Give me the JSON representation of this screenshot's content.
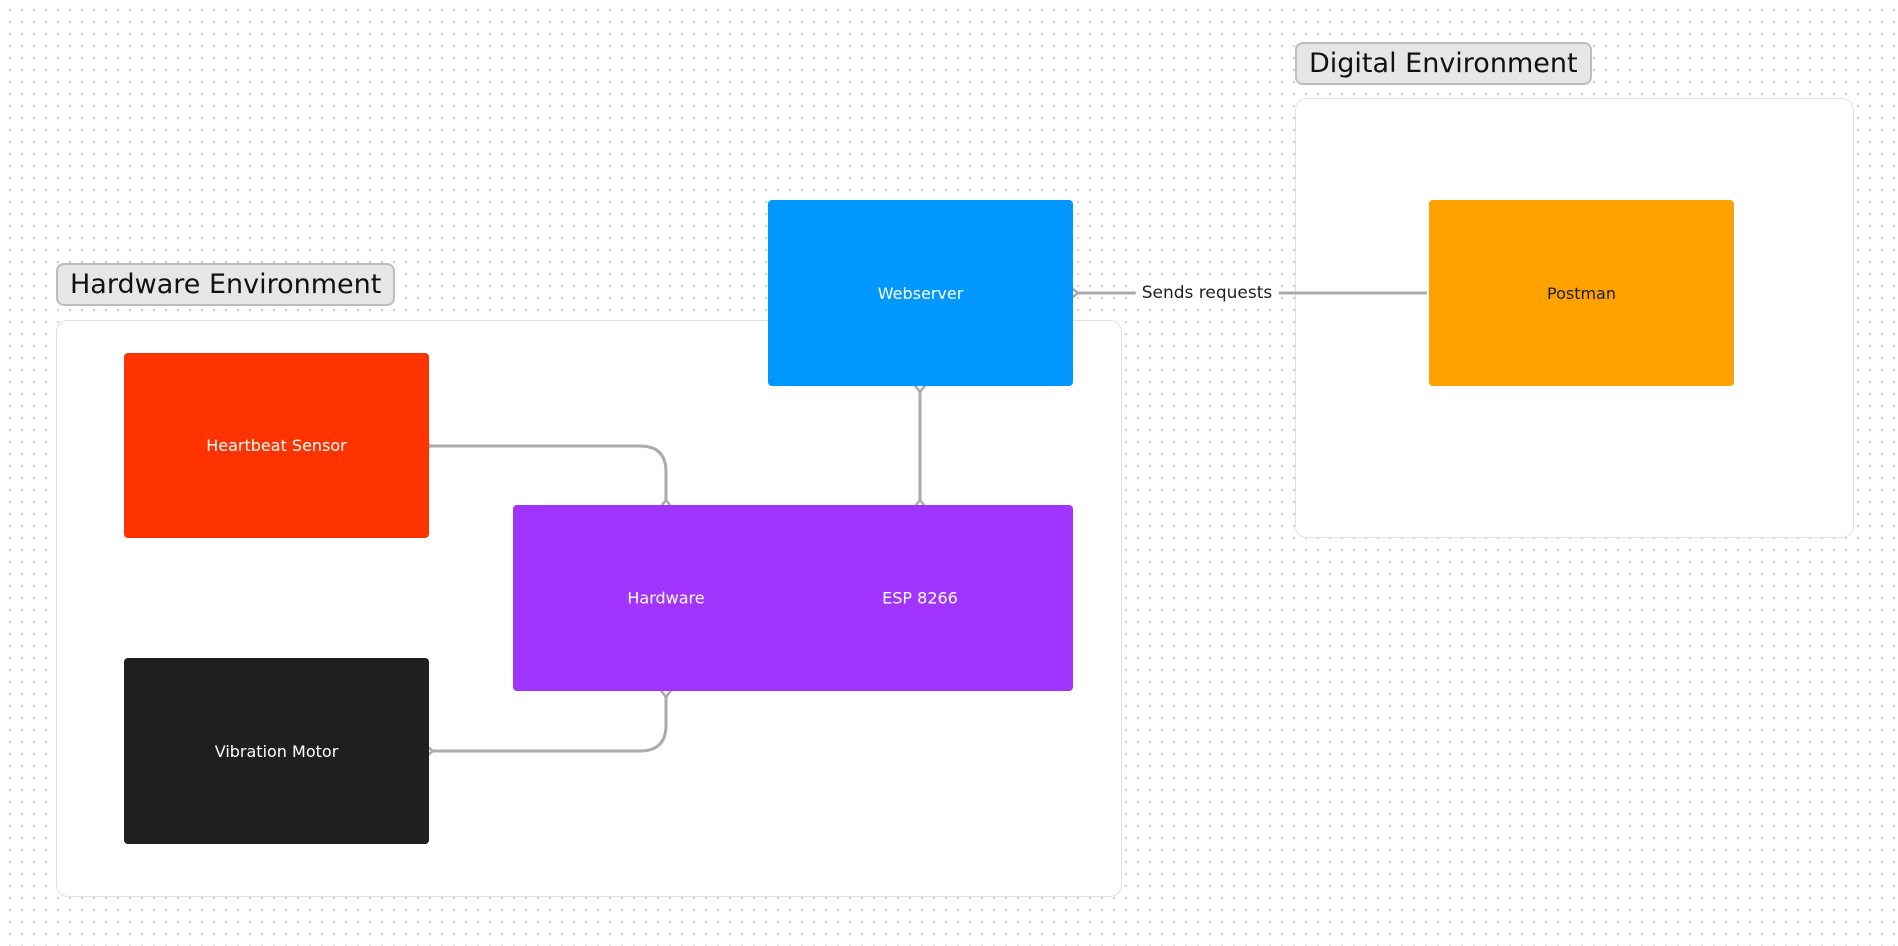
{
  "sections": {
    "hardware": {
      "label": "Hardware Environment"
    },
    "digital": {
      "label": "Digital Environment"
    }
  },
  "nodes": {
    "heartbeat": {
      "label": "Heartbeat Sensor",
      "color": "#ff3300"
    },
    "vibration": {
      "label": "Vibration Motor",
      "color": "#1f1f1f"
    },
    "esp": {
      "label_left": "Hardware",
      "label_right": "ESP 8266",
      "color": "#a134ff"
    },
    "webserver": {
      "label": "Webserver",
      "color": "#0098ff"
    },
    "postman": {
      "label": "Postman",
      "color": "#ffa200",
      "text_color": "#1e1e1e"
    }
  },
  "edges": {
    "postman_to_webserver": {
      "label": "Sends requests"
    }
  },
  "colors": {
    "connector": "#ababab"
  }
}
